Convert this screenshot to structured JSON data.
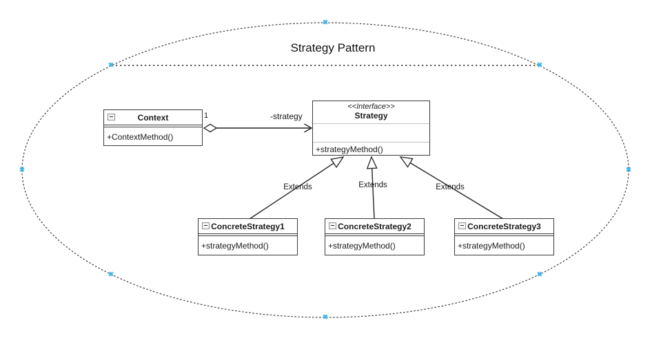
{
  "title": "Strategy Pattern",
  "classes": {
    "context": {
      "name": "Context",
      "method": "+ContextMethod()"
    },
    "strategy": {
      "stereotype": "<<Interface>>",
      "name": "Strategy",
      "method": "+strategyMethod()"
    },
    "concrete1": {
      "name": "ConcreteStrategy1",
      "method": "+strategyMethod()"
    },
    "concrete2": {
      "name": "ConcreteStrategy2",
      "method": "+strategyMethod()"
    },
    "concrete3": {
      "name": "ConcreteStrategy3",
      "method": "+strategyMethod()"
    }
  },
  "association": {
    "label": "-strategy",
    "multiplicity": "1"
  },
  "generalizations": [
    {
      "label": "Extends"
    },
    {
      "label": "Extends"
    },
    {
      "label": "Extends"
    }
  ],
  "icons": {
    "handle_glyph": "✖",
    "collapse": "minus-square"
  },
  "colors": {
    "handle": "#3db5e8",
    "line": "#2e2e2e",
    "light_divider": "#bfbfbf"
  }
}
